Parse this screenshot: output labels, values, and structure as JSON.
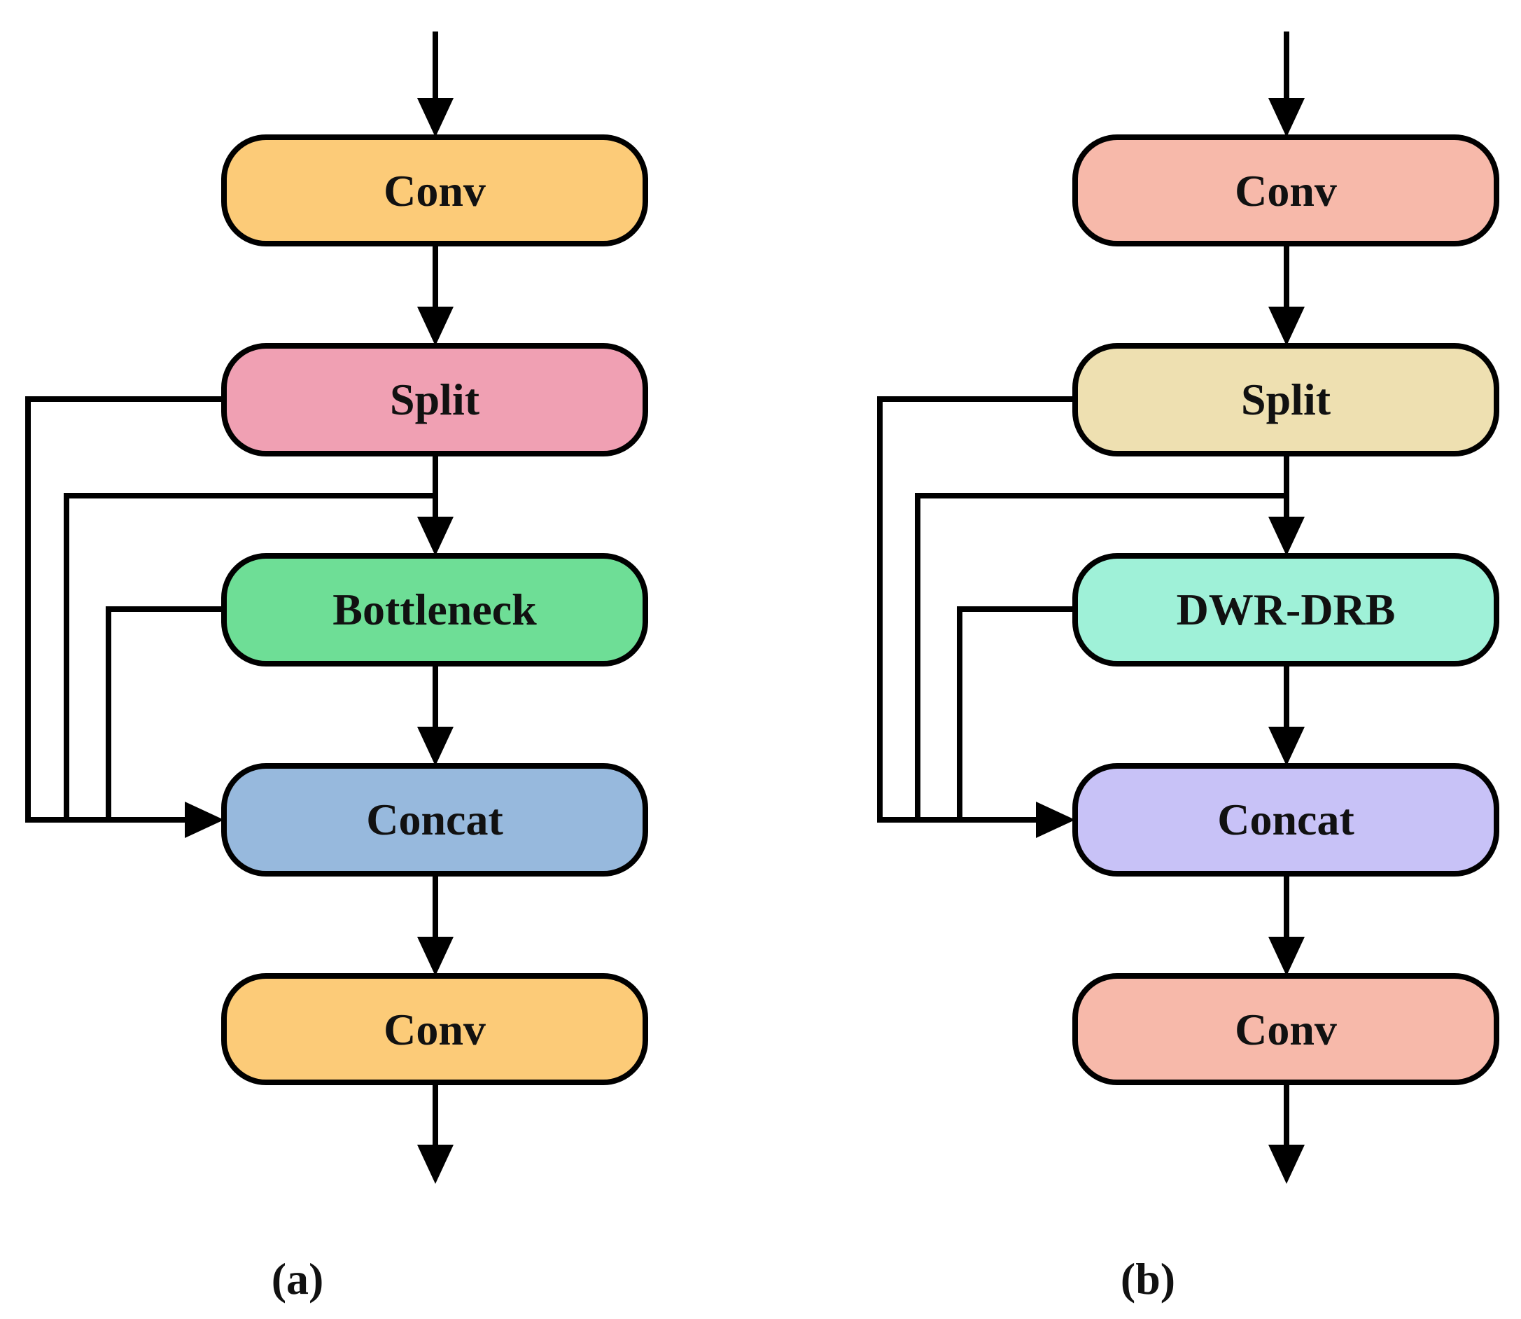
{
  "panels": [
    {
      "id": "a",
      "caption": "(a)",
      "blocks": [
        {
          "key": "conv_top",
          "label": "Conv",
          "color": "#FCCB78"
        },
        {
          "key": "split",
          "label": "Split",
          "color": "#F0A0B3"
        },
        {
          "key": "middle",
          "label": "Bottleneck",
          "color": "#6EDE96"
        },
        {
          "key": "concat",
          "label": "Concat",
          "color": "#97B9DD"
        },
        {
          "key": "conv_bottom",
          "label": "Conv",
          "color": "#FCCB78"
        }
      ]
    },
    {
      "id": "b",
      "caption": "(b)",
      "blocks": [
        {
          "key": "conv_top",
          "label": "Conv",
          "color": "#F7B9AA"
        },
        {
          "key": "split",
          "label": "Split",
          "color": "#EEE0B1"
        },
        {
          "key": "middle",
          "label": "DWR-DRB",
          "color": "#9FF1D8"
        },
        {
          "key": "concat",
          "label": "Concat",
          "color": "#C8C2F7"
        },
        {
          "key": "conv_bottom",
          "label": "Conv",
          "color": "#F7B9AA"
        }
      ]
    }
  ]
}
